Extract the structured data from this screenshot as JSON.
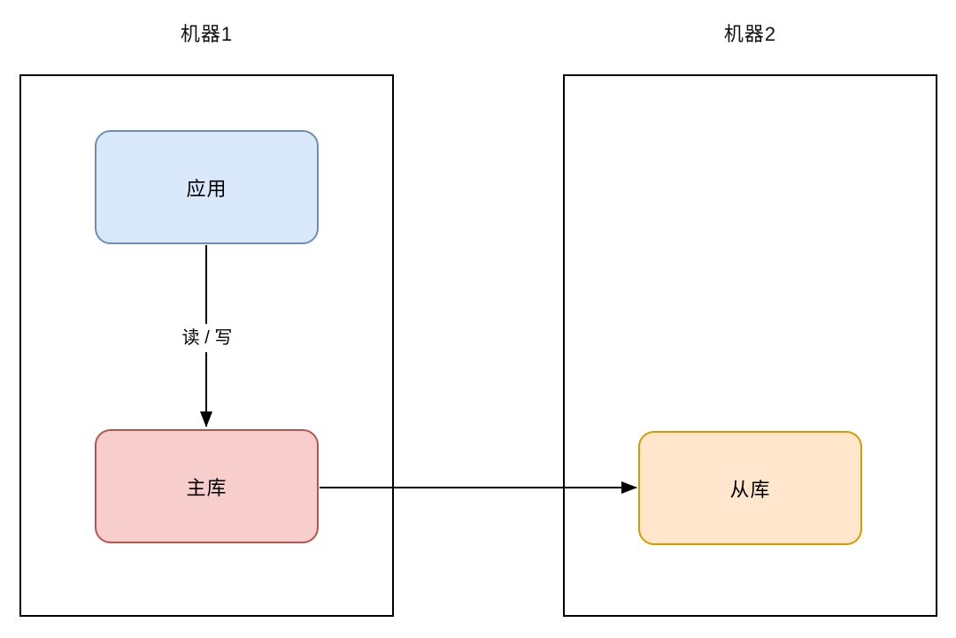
{
  "diagram": {
    "machines": [
      {
        "id": "machine1",
        "title": "机器1"
      },
      {
        "id": "machine2",
        "title": "机器2"
      }
    ],
    "nodes": [
      {
        "id": "app",
        "label": "应用",
        "fill": "#dae8fc",
        "border": "#6c8ebf",
        "machine": "machine1"
      },
      {
        "id": "master",
        "label": "主库",
        "fill": "#f8cecc",
        "border": "#b85450",
        "machine": "machine1"
      },
      {
        "id": "slave",
        "label": "从库",
        "fill": "#ffe6cc",
        "border": "#d79b00",
        "machine": "machine2"
      }
    ],
    "edges": [
      {
        "from": "app",
        "to": "master",
        "label": "读 / 写",
        "direction": "down"
      },
      {
        "from": "master",
        "to": "slave",
        "label": "",
        "direction": "right"
      }
    ],
    "colors": {
      "background": "#ffffff",
      "container_border": "#000000",
      "edge_line": "#000000",
      "title_text": "#111111"
    }
  }
}
